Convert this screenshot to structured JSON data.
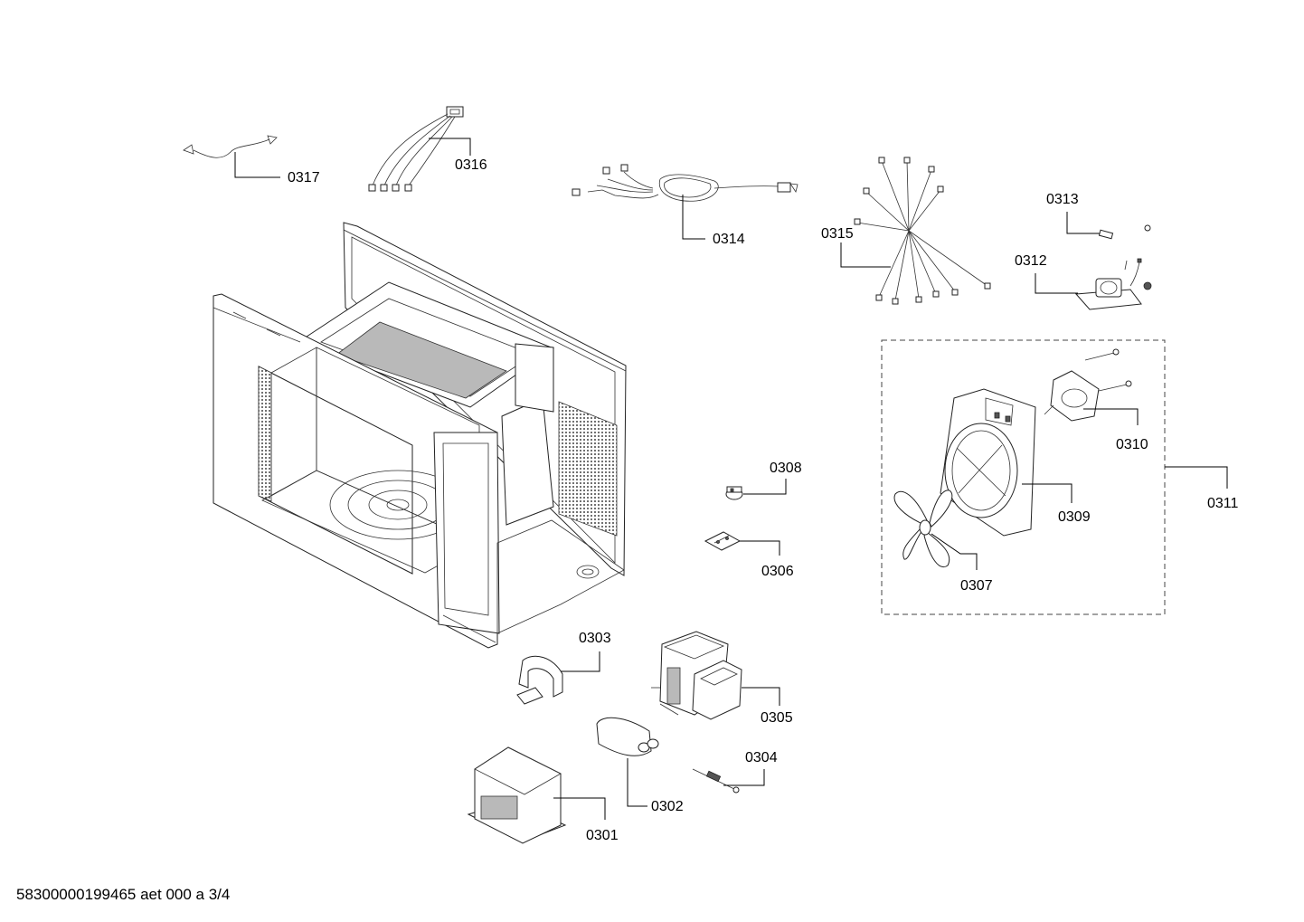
{
  "parts": {
    "p0301": "0301",
    "p0302": "0302",
    "p0303": "0303",
    "p0304": "0304",
    "p0305": "0305",
    "p0306": "0306",
    "p0307": "0307",
    "p0308": "0308",
    "p0309": "0309",
    "p0310": "0310",
    "p0311": "0311",
    "p0312": "0312",
    "p0313": "0313",
    "p0314": "0314",
    "p0315": "0315",
    "p0316": "0316",
    "p0317": "0317"
  },
  "footer": "58300000199465 aet 000 a 3/4"
}
